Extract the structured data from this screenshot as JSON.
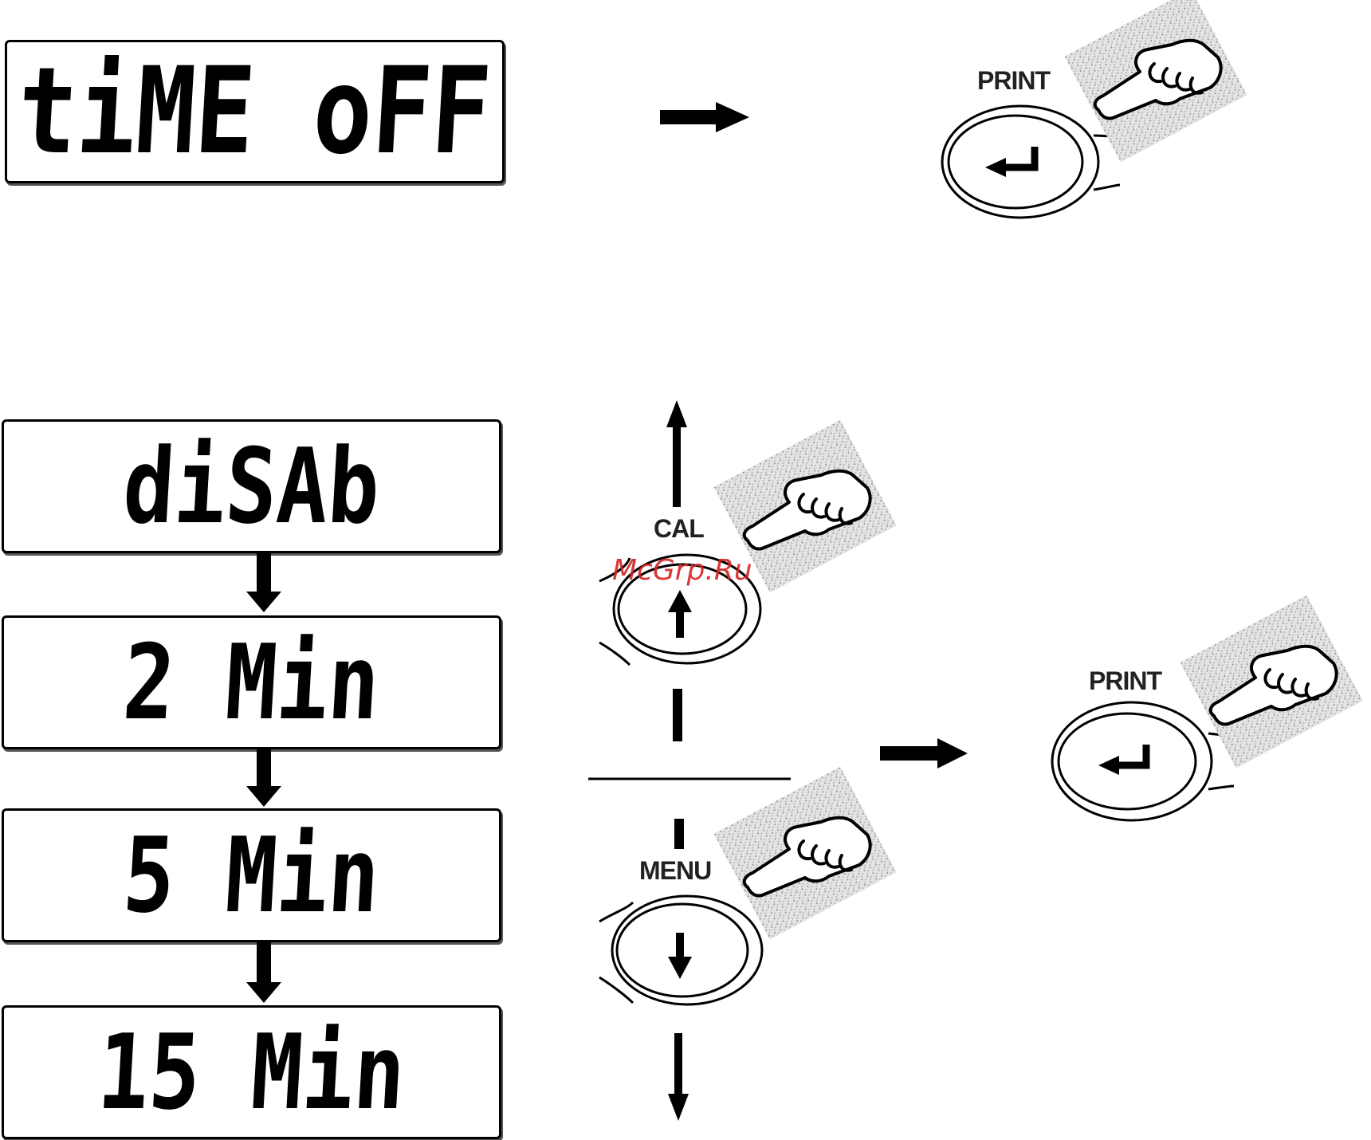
{
  "top_display": {
    "text": "tiME oFF"
  },
  "option_displays": [
    {
      "text": "diSAb"
    },
    {
      "text": "2 Min"
    },
    {
      "text": "5 Min"
    },
    {
      "text": "15 Min"
    }
  ],
  "keys": {
    "print_top": {
      "label": "PRINT",
      "icon": "enter-arrow-icon"
    },
    "cal": {
      "label": "CAL",
      "icon": "up-arrow-icon"
    },
    "menu": {
      "label": "MENU",
      "icon": "down-arrow-icon"
    },
    "print_right": {
      "label": "PRINT",
      "icon": "enter-arrow-icon"
    }
  },
  "watermark": "McGrp.Ru",
  "colors": {
    "ink": "#000000",
    "watermark": "#d32424",
    "hand_texture": "#bdbdbd"
  }
}
